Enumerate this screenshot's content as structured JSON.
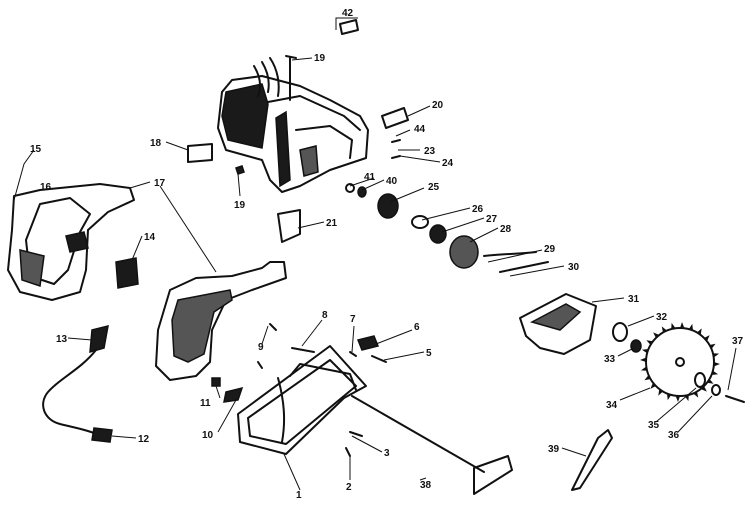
{
  "diagram": {
    "type": "exploded-parts-view",
    "callouts": [
      {
        "id": "c1",
        "label": "1"
      },
      {
        "id": "c2",
        "label": "2"
      },
      {
        "id": "c3",
        "label": "3"
      },
      {
        "id": "c5",
        "label": "5"
      },
      {
        "id": "c6",
        "label": "6"
      },
      {
        "id": "c7",
        "label": "7"
      },
      {
        "id": "c8",
        "label": "8"
      },
      {
        "id": "c9",
        "label": "9"
      },
      {
        "id": "c10",
        "label": "10"
      },
      {
        "id": "c11",
        "label": "11"
      },
      {
        "id": "c12",
        "label": "12"
      },
      {
        "id": "c13",
        "label": "13"
      },
      {
        "id": "c14",
        "label": "14"
      },
      {
        "id": "c15",
        "label": "15"
      },
      {
        "id": "c16",
        "label": "16"
      },
      {
        "id": "c17",
        "label": "17"
      },
      {
        "id": "c18",
        "label": "18"
      },
      {
        "id": "c19a",
        "label": "19"
      },
      {
        "id": "c19b",
        "label": "19"
      },
      {
        "id": "c20",
        "label": "20"
      },
      {
        "id": "c21",
        "label": "21"
      },
      {
        "id": "c23",
        "label": "23"
      },
      {
        "id": "c24",
        "label": "24"
      },
      {
        "id": "c25",
        "label": "25"
      },
      {
        "id": "c26",
        "label": "26"
      },
      {
        "id": "c27",
        "label": "27"
      },
      {
        "id": "c28",
        "label": "28"
      },
      {
        "id": "c29",
        "label": "29"
      },
      {
        "id": "c30",
        "label": "30"
      },
      {
        "id": "c31",
        "label": "31"
      },
      {
        "id": "c32",
        "label": "32"
      },
      {
        "id": "c33",
        "label": "33"
      },
      {
        "id": "c34",
        "label": "34"
      },
      {
        "id": "c35",
        "label": "35"
      },
      {
        "id": "c36",
        "label": "36"
      },
      {
        "id": "c37",
        "label": "37"
      },
      {
        "id": "c38",
        "label": "38"
      },
      {
        "id": "c39",
        "label": "39"
      },
      {
        "id": "c40",
        "label": "40"
      },
      {
        "id": "c41",
        "label": "41"
      },
      {
        "id": "c42",
        "label": "42"
      },
      {
        "id": "c44",
        "label": "44"
      }
    ]
  }
}
